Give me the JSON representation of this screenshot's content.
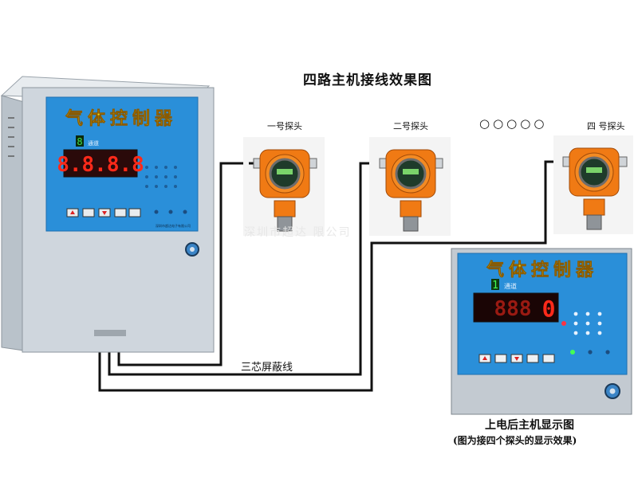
{
  "diagram": {
    "title": "四路主机接线效果图",
    "probes": [
      {
        "label": "一号探头"
      },
      {
        "label": "二号探头"
      },
      {
        "label": "四 号探头"
      }
    ],
    "ellipsis": "○○○○○",
    "wire_label": "三芯屏蔽线",
    "watermark": "深圳市超达    限公司",
    "caption_line1": "上电后主机显示图",
    "caption_line2": "(图为接四个探头的显示效果)"
  },
  "controller_left": {
    "title": "气体控制器",
    "channel_digit": "8",
    "channel_label": "通道",
    "display": "8.8.8.8",
    "company": "深圳市超达电子有限公司"
  },
  "controller_right": {
    "title": "气体控制器",
    "channel_digit": "1",
    "channel_label": "通道",
    "display": "888",
    "display_last": "0"
  },
  "colors": {
    "cabinet": "#cfd6dd",
    "panel_blue": "#2a8fd9",
    "title_yellow": "#f3e21a",
    "led_red": "#ff2a1a",
    "probe_orange": "#f07a14",
    "wire": "#111111"
  }
}
